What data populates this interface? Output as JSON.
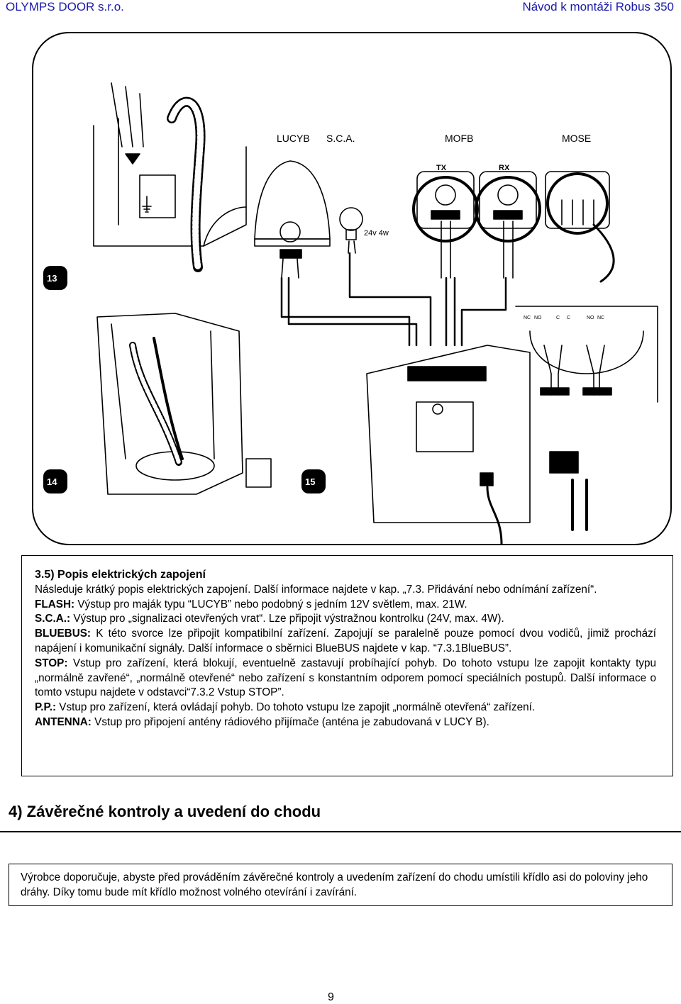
{
  "header": {
    "company": "OLYMPS DOOR s.r.o.",
    "manual": "Návod k montáži Robus 350"
  },
  "figure": {
    "labels": {
      "lucyb": "LUCYB",
      "sca": "S.C.A.",
      "mofb": "MOFB",
      "mose": "MOSE",
      "tx": "TX",
      "rx": "RX",
      "bulb": "24v 4w"
    },
    "terminals": [
      "NC",
      "NO",
      "C",
      "C",
      "NO",
      "NC"
    ],
    "badges": [
      "13",
      "14",
      "15"
    ]
  },
  "section35": {
    "title": "3.5) Popis elektrických zapojení",
    "intro": "Následuje krátký popis elektrických zapojení. Další informace najdete v kap. „7.3. Přidávání nebo odnímání zařízení“.",
    "items": [
      {
        "term": "FLASH:",
        "text": " Výstup pro maják typu “LUCYB” nebo podobný s jedním 12V světlem, max. 21W."
      },
      {
        "term": "S.C.A.:",
        "text": " Výstup pro „signalizaci otevřených vrat“. Lze připojit výstražnou kontrolku (24V, max. 4W)."
      },
      {
        "term": "BLUEBUS:",
        "text": " K této svorce lze připojit kompatibilní zařízení. Zapojují se paralelně pouze pomocí dvou vodičů, jimiž prochází napájení i komunikační signály. Další informace o sběrnici BlueBUS najdete v kap. “7.3.1BlueBUS”."
      },
      {
        "term": "STOP:",
        "text": " Vstup pro zařízení, která blokují, eventuelně zastavují probíhající pohyb. Do tohoto vstupu lze zapojit kontakty typu „normálně zavřené“, „normálně otevřené“ nebo zařízení s konstantním odporem pomocí speciálních postupů. Další informace o tomto vstupu najdete v odstavci“7.3.2 Vstup STOP”."
      },
      {
        "term": "P.P.:",
        "text": " Vstup pro zařízení, která ovládají pohyb. Do tohoto vstupu lze zapojit „normálně otevřená“ zařízení."
      },
      {
        "term": "ANTENNA:",
        "text": " Vstup pro připojení antény rádiového přijímače (anténa je zabudovaná v LUCY B)."
      }
    ]
  },
  "section4": {
    "title": "4) Závěrečné kontroly a uvedení do chodu",
    "text": "Výrobce doporučuje, abyste před prováděním závěrečné kontroly a uvedením zařízení do chodu umístili křídlo asi do poloviny jeho dráhy. Díky tomu bude mít křídlo možnost volného otevírání i zavírání."
  },
  "page_number": "9"
}
